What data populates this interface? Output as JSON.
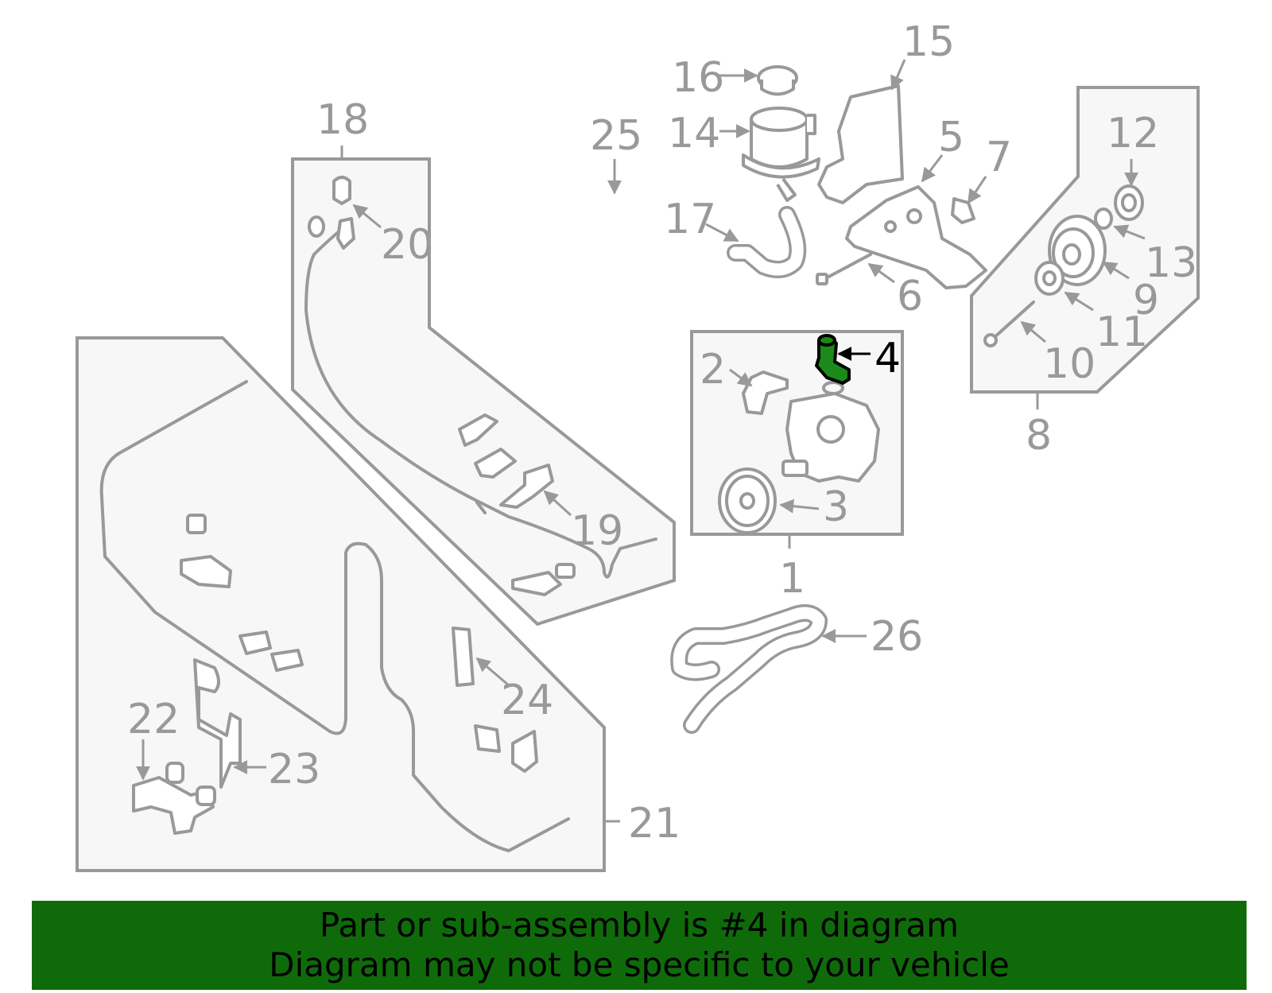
{
  "callouts": {
    "c1": "1",
    "c2": "2",
    "c3": "3",
    "c4": "4",
    "c5": "5",
    "c6": "6",
    "c7": "7",
    "c8": "8",
    "c9": "9",
    "c10": "10",
    "c11": "11",
    "c12": "12",
    "c13": "13",
    "c14": "14",
    "c15": "15",
    "c16": "16",
    "c17": "17",
    "c18": "18",
    "c19": "19",
    "c20": "20",
    "c21": "21",
    "c22": "22",
    "c23": "23",
    "c24": "24",
    "c25": "25",
    "c26": "26"
  },
  "highlight": {
    "part_number": "4",
    "color": "#1a8a1a"
  },
  "banner": {
    "line1": "Part or sub-assembly is #4 in diagram",
    "line2": "Diagram may not be specific to your vehicle",
    "background": "#0f6b0a"
  }
}
